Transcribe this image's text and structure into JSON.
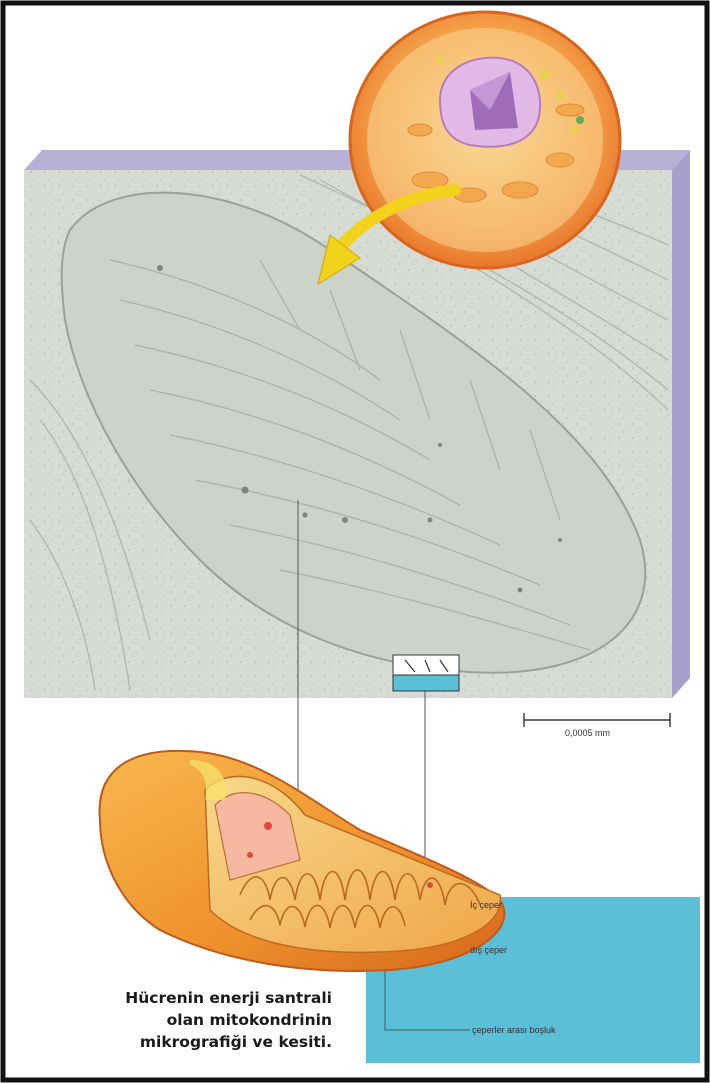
{
  "scale_bar": {
    "label": "0,0005 mm"
  },
  "labels": {
    "inner_wall": "İç çeper",
    "outer_wall": "dış çeper",
    "intermembrane_space": "çeperler arası boşluk"
  },
  "caption": {
    "line1": "Hücrenin enerji santrali",
    "line2": "olan mitokondrinin",
    "line3": "mikrografiği ve kesiti."
  },
  "colors": {
    "border": "#111111",
    "micrograph": "#d7dcd4",
    "slab_side": "#b9b0d6",
    "blue_panel": "#5bbfd7",
    "arrow": "#f3d21b",
    "cell": "#f0a040",
    "mito_shell": "#f2a23a"
  }
}
